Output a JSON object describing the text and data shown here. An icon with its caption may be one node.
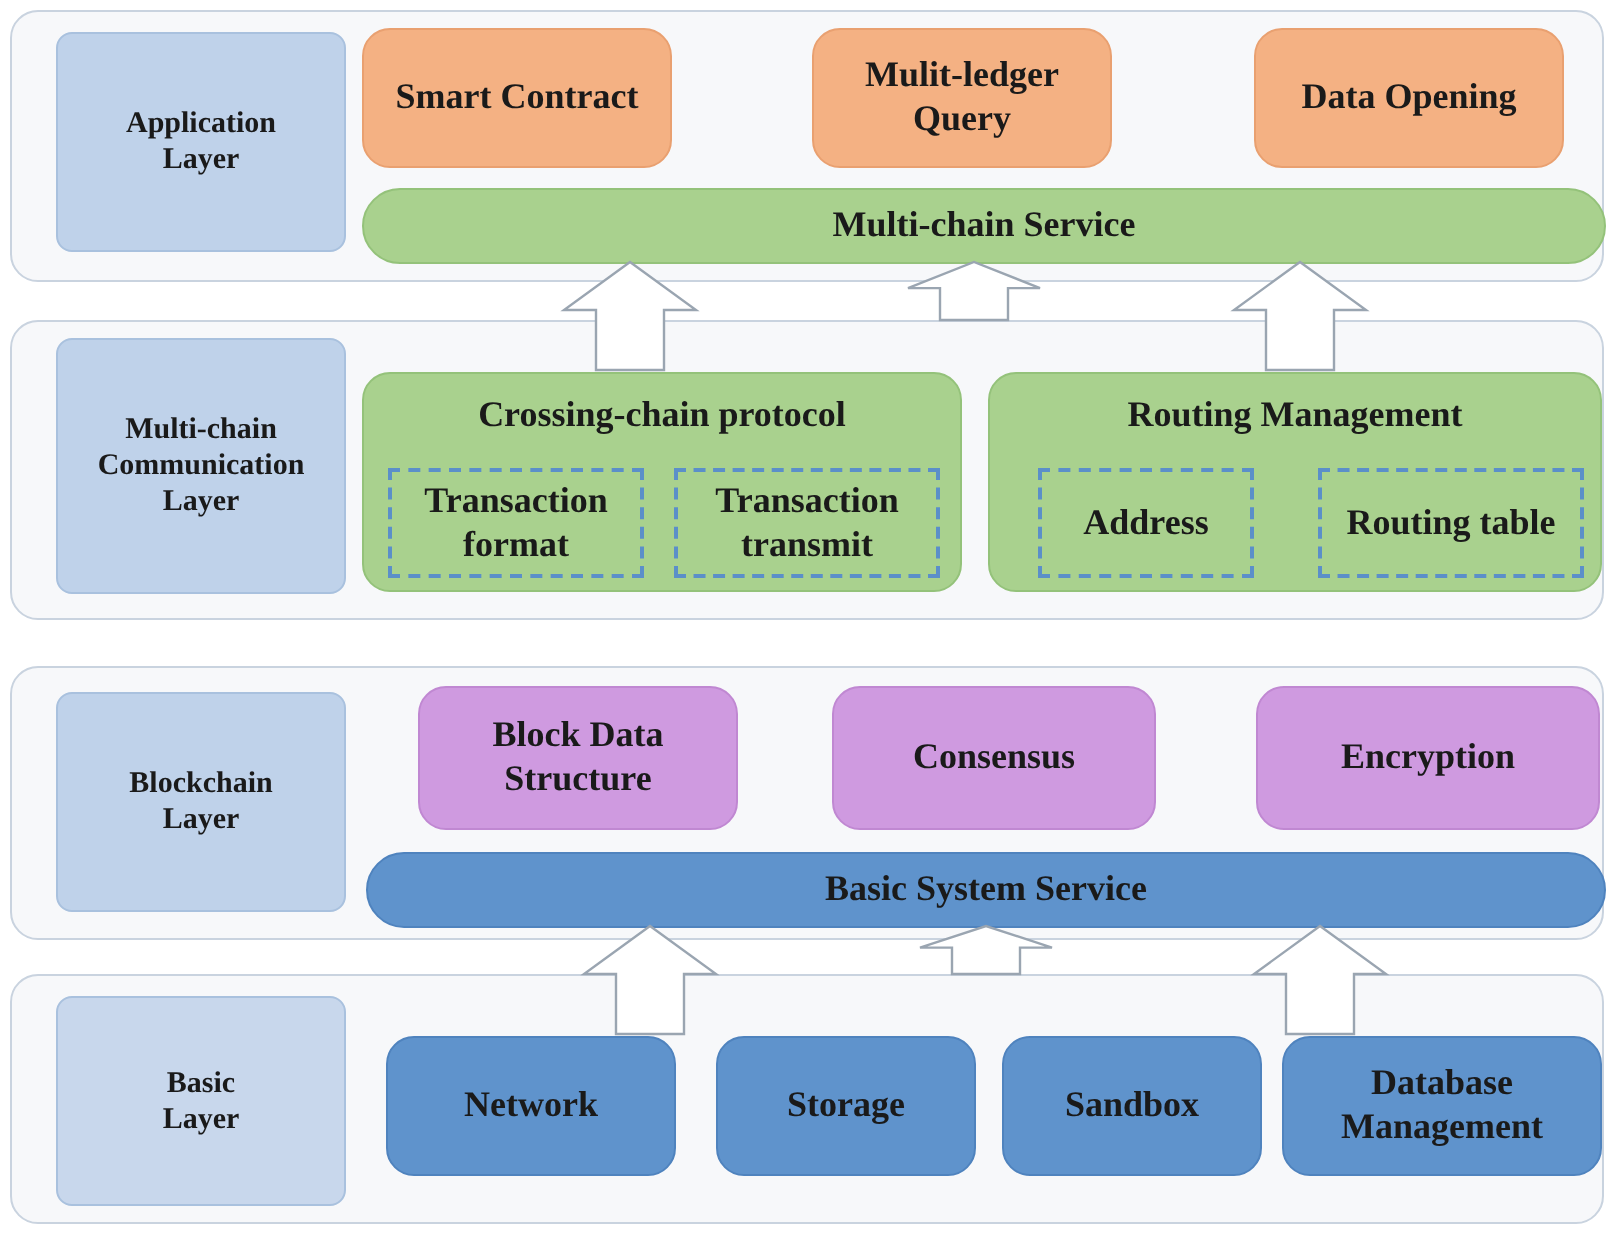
{
  "diagram": {
    "nodes": [
      {
        "text": [],
        "shape": "box"
      },
      {
        "text": [
          "Application Layer"
        ],
        "in": 0
      },
      {
        "text": [
          "Smart Contract"
        ],
        "in": 0
      },
      {
        "text": [
          "Mulit-ledger Query"
        ],
        "in": 0
      },
      {
        "text": [
          "Data Opening"
        ],
        "in": 0
      },
      {
        "text": [
          "Multi-chain Service"
        ],
        "in": 0
      },
      {
        "text": [],
        "shape": "box"
      },
      {
        "text": [
          "Multi-chain Communication Layer"
        ],
        "in": 6
      },
      {
        "text": [
          "Crossing-chain protocol"
        ],
        "in": 6
      },
      {
        "text": [
          "Transaction format"
        ],
        "in": 8
      },
      {
        "text": [
          "Transaction transmit"
        ],
        "in": 8
      },
      {
        "text": [
          "Routing Management"
        ],
        "in": 6
      },
      {
        "text": [
          "Address"
        ],
        "in": 11
      },
      {
        "text": [
          "Routing table"
        ],
        "in": 11
      },
      {
        "text": [],
        "shape": "box"
      },
      {
        "text": [
          "Blockchain Layer"
        ],
        "in": 14
      },
      {
        "text": [
          "Block Data Structure"
        ],
        "in": 14
      },
      {
        "text": [
          "Consensus"
        ],
        "in": 14
      },
      {
        "text": [
          "Encryption"
        ],
        "in": 14
      },
      {
        "text": [
          "Basic System Service"
        ],
        "in": 14
      },
      {
        "text": [],
        "shape": "box"
      },
      {
        "text": [
          "Basic Layer"
        ],
        "in": 20
      },
      {
        "text": [
          "Network"
        ],
        "in": 20
      },
      {
        "text": [
          "Storage"
        ],
        "in": 20
      },
      {
        "text": [
          "Sandbox"
        ],
        "in": 20
      },
      {
        "text": [
          "Database Management"
        ],
        "in": 20
      }
    ],
    "edges": [
      {
        "from": 8,
        "to": 5,
        "arrow": "to"
      },
      {
        "from": 6,
        "to": 5,
        "arrow": "to"
      },
      {
        "from": 11,
        "to": 5,
        "arrow": "to"
      },
      {
        "from": 22,
        "to": 19,
        "arrow": "to"
      },
      {
        "from": 20,
        "to": 19,
        "arrow": "to"
      },
      {
        "from": 25,
        "to": 19,
        "arrow": "to"
      }
    ]
  }
}
